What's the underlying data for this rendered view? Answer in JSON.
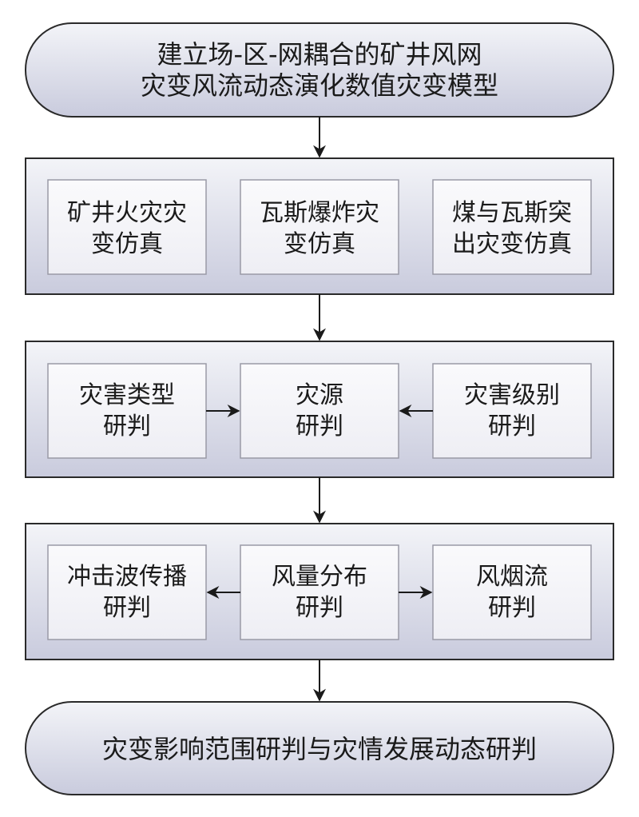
{
  "top_terminal": {
    "lines": [
      "建立场-区-网耦合的矿井风网",
      "灾变风流动态演化数值灾变模型"
    ]
  },
  "stage1": {
    "boxes": [
      {
        "lines": [
          "矿井火灾灾",
          "变仿真"
        ]
      },
      {
        "lines": [
          "瓦斯爆炸灾",
          "变仿真"
        ]
      },
      {
        "lines": [
          "煤与瓦斯突",
          "出灾变仿真"
        ]
      }
    ]
  },
  "stage2": {
    "boxes": [
      {
        "lines": [
          "灾害类型",
          "研判"
        ]
      },
      {
        "lines": [
          "灾源",
          "研判"
        ]
      },
      {
        "lines": [
          "灾害级别",
          "研判"
        ]
      }
    ]
  },
  "stage3": {
    "boxes": [
      {
        "lines": [
          "冲击波传播",
          "研判"
        ]
      },
      {
        "lines": [
          "风量分布",
          "研判"
        ]
      },
      {
        "lines": [
          "风烟流",
          "研判"
        ]
      }
    ]
  },
  "bottom_terminal": {
    "lines": [
      "灾变影响范围研判与灾情发展动态研判"
    ]
  },
  "colors": {
    "panel_top": "#f3f4f8",
    "panel_bottom": "#c9cbdd",
    "panel_border": "#2a2a2a",
    "box_border": "#9a9aa6",
    "box_fill": "#f7f7fa",
    "arrow": "#1a1a1a"
  }
}
